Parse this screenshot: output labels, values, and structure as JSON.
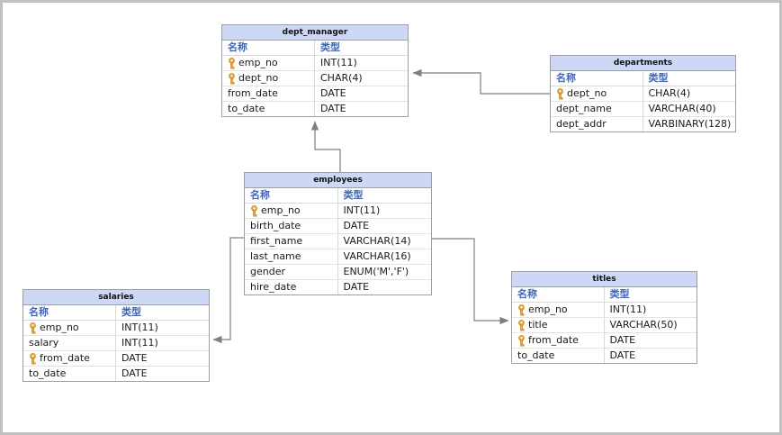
{
  "column_headers": {
    "name": "名称",
    "type": "类型"
  },
  "tables": [
    {
      "title": "dept_manager",
      "rows": [
        {
          "key": true,
          "name": "emp_no",
          "type": "INT(11)"
        },
        {
          "key": true,
          "name": "dept_no",
          "type": "CHAR(4)"
        },
        {
          "key": false,
          "name": "from_date",
          "type": "DATE"
        },
        {
          "key": false,
          "name": "to_date",
          "type": "DATE"
        }
      ]
    },
    {
      "title": "departments",
      "rows": [
        {
          "key": true,
          "name": "dept_no",
          "type": "CHAR(4)"
        },
        {
          "key": false,
          "name": "dept_name",
          "type": "VARCHAR(40)"
        },
        {
          "key": false,
          "name": "dept_addr",
          "type": "VARBINARY(128)"
        }
      ]
    },
    {
      "title": "employees",
      "rows": [
        {
          "key": true,
          "name": "emp_no",
          "type": "INT(11)"
        },
        {
          "key": false,
          "name": "birth_date",
          "type": "DATE"
        },
        {
          "key": false,
          "name": "first_name",
          "type": "VARCHAR(14)"
        },
        {
          "key": false,
          "name": "last_name",
          "type": "VARCHAR(16)"
        },
        {
          "key": false,
          "name": "gender",
          "type": "ENUM('M','F')"
        },
        {
          "key": false,
          "name": "hire_date",
          "type": "DATE"
        }
      ]
    },
    {
      "title": "salaries",
      "rows": [
        {
          "key": true,
          "name": "emp_no",
          "type": "INT(11)"
        },
        {
          "key": false,
          "name": "salary",
          "type": "INT(11)"
        },
        {
          "key": true,
          "name": "from_date",
          "type": "DATE"
        },
        {
          "key": false,
          "name": "to_date",
          "type": "DATE"
        }
      ]
    },
    {
      "title": "titles",
      "rows": [
        {
          "key": true,
          "name": "emp_no",
          "type": "INT(11)"
        },
        {
          "key": true,
          "name": "title",
          "type": "VARCHAR(50)"
        },
        {
          "key": true,
          "name": "from_date",
          "type": "DATE"
        },
        {
          "key": false,
          "name": "to_date",
          "type": "DATE"
        }
      ]
    }
  ],
  "relations": [
    {
      "from": "departments",
      "to": "dept_manager"
    },
    {
      "from": "employees",
      "to": "dept_manager"
    },
    {
      "from": "employees",
      "to": "salaries"
    },
    {
      "from": "employees",
      "to": "titles"
    }
  ],
  "colors": {
    "table_header_bg": "#cdd8f6",
    "column_header_text": "#3b66cc",
    "table_border": "#9aa0a6",
    "connector": "#7f7f7f",
    "key_icon": "#f5a623",
    "canvas_frame": "#c0c0c0"
  }
}
